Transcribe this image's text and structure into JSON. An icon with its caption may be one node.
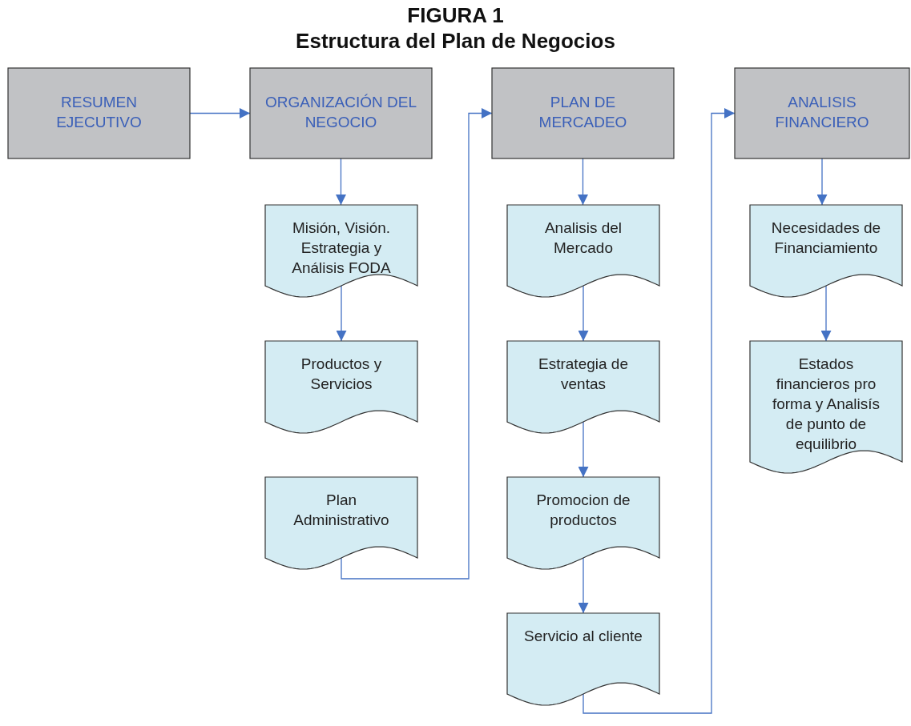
{
  "diagram": {
    "title": "FIGURA 1",
    "labels": [
      "Estructura del Plan de Negocios"
    ],
    "nodes": [
      {
        "text": [
          "RESUMEN EJECUTIVO"
        ]
      },
      {
        "text": [
          "ORGANIZACIÓN DEL NEGOCIO"
        ]
      },
      {
        "text": [
          "PLAN DE MERCADEO"
        ]
      },
      {
        "text": [
          "ANALISIS FINANCIERO"
        ]
      },
      {
        "text": [
          "Misión, Visión. Estrategia y Análisis FODA"
        ]
      },
      {
        "text": [
          "Productos y Servicios"
        ]
      },
      {
        "text": [
          "Plan Administrativo"
        ]
      },
      {
        "text": [
          "Analisis del Mercado"
        ]
      },
      {
        "text": [
          "Estrategia de ventas"
        ]
      },
      {
        "text": [
          "Promocion de productos"
        ]
      },
      {
        "text": [
          "Servicio al cliente"
        ]
      },
      {
        "text": [
          "Necesidades de Financiamiento"
        ]
      },
      {
        "text": [
          "Estados financieros pro forma  y Analisís de punto de equilibrio"
        ]
      }
    ],
    "edges": [
      {
        "from": 0,
        "to": 1,
        "arrow": "to"
      },
      {
        "from": 1,
        "to": 4,
        "arrow": "to"
      },
      {
        "from": 4,
        "to": 5,
        "arrow": "to"
      },
      {
        "from": 6,
        "to": 2,
        "arrow": "to"
      },
      {
        "from": 2,
        "to": 7,
        "arrow": "to"
      },
      {
        "from": 7,
        "to": 8,
        "arrow": "to"
      },
      {
        "from": 8,
        "to": 9,
        "arrow": "to"
      },
      {
        "from": 9,
        "to": 10,
        "arrow": "to"
      },
      {
        "from": 10,
        "to": 3,
        "arrow": "to"
      },
      {
        "from": 3,
        "to": 11,
        "arrow": "to"
      },
      {
        "from": 11,
        "to": 12,
        "arrow": "to"
      }
    ]
  }
}
